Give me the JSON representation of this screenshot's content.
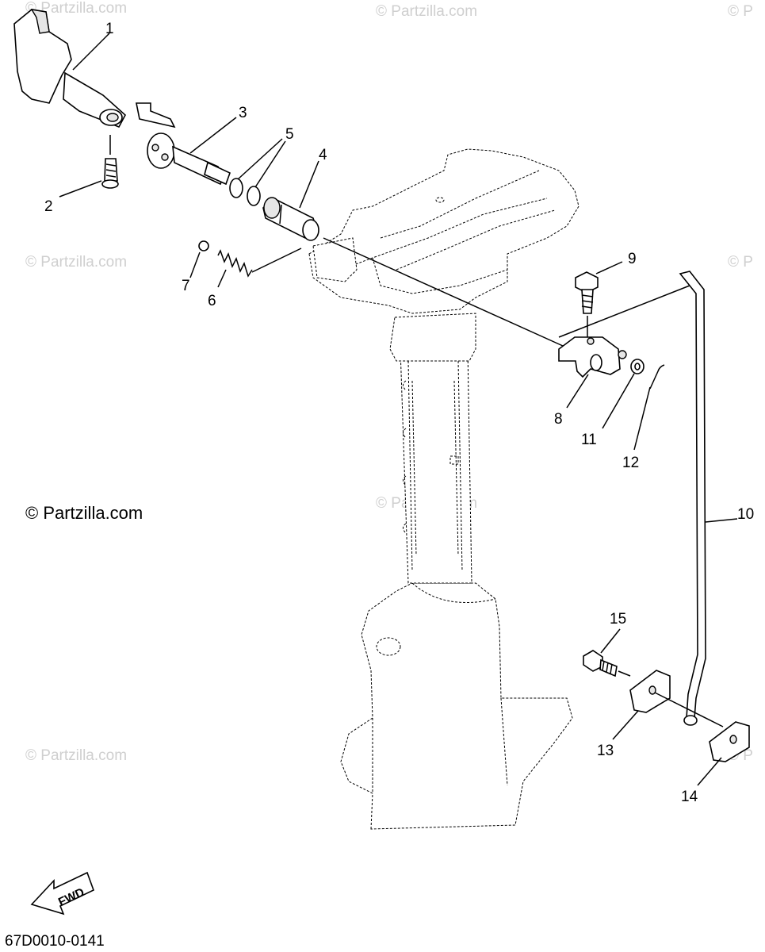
{
  "diagram": {
    "callouts": [
      "1",
      "2",
      "3",
      "4",
      "5",
      "6",
      "7",
      "8",
      "9",
      "10",
      "11",
      "12",
      "13",
      "14",
      "15"
    ],
    "watermark": "© Partzilla.com",
    "watermark_faint": "© Partzilla.com",
    "watermark_edge": "© P",
    "diagram_code": "67D0010-0141",
    "fwd_label": "FWD"
  }
}
